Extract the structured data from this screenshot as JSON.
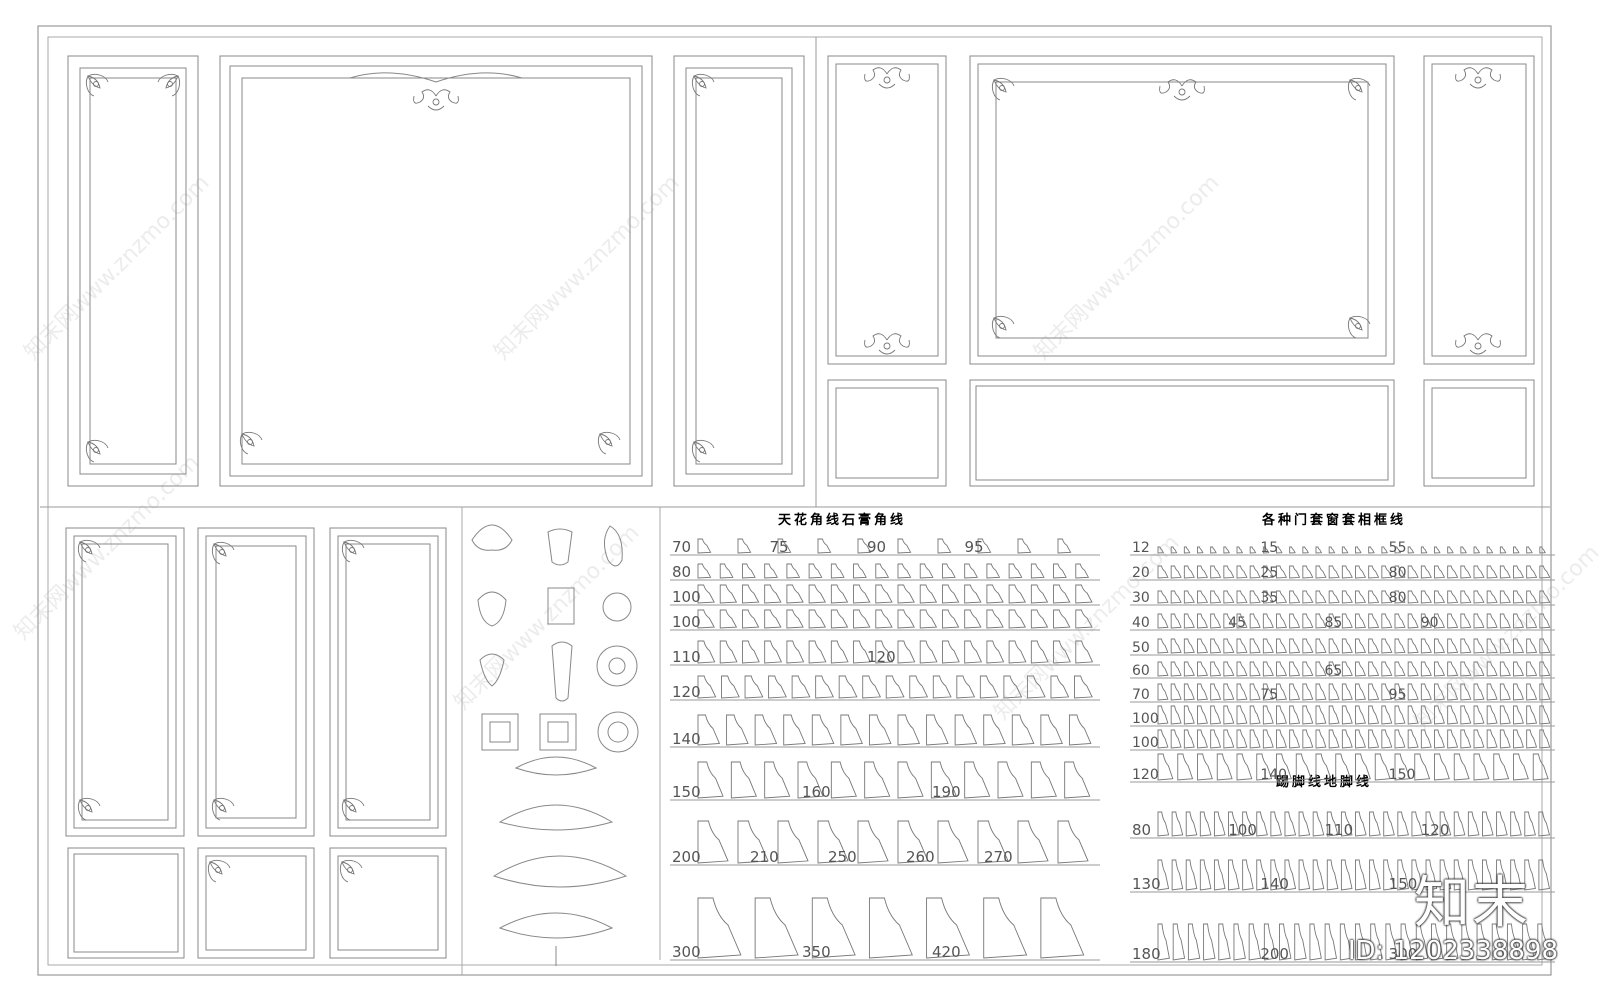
{
  "section_titles": {
    "ceiling_cornice": "天花角线石膏角线",
    "door_window_frame": "各种门套窗套相框线",
    "skirting": "踢脚线地脚线"
  },
  "watermark": {
    "text": "知末网www.znzmo.com"
  },
  "brand": {
    "logo_text": "知末",
    "id_text": "ID: 1202338898"
  },
  "ceiling_rows": [
    {
      "labels": [
        "70",
        "75",
        "90",
        "95"
      ]
    },
    {
      "labels": [
        "80"
      ]
    },
    {
      "labels": [
        "100"
      ]
    },
    {
      "labels": [
        "100"
      ]
    },
    {
      "labels": [
        "110",
        "120"
      ]
    },
    {
      "labels": [
        "120"
      ]
    },
    {
      "labels": [
        "140"
      ]
    },
    {
      "labels": [
        "150",
        "160",
        "190"
      ]
    },
    {
      "labels": [
        "200",
        "210",
        "250",
        "260",
        "270"
      ]
    },
    {
      "labels": [
        "300",
        "350",
        "420"
      ]
    }
  ],
  "frame_rows": [
    {
      "labels": [
        "12",
        "15",
        "55"
      ]
    },
    {
      "labels": [
        "20",
        "25",
        "80"
      ]
    },
    {
      "labels": [
        "30",
        "35",
        "80"
      ]
    },
    {
      "labels": [
        "40",
        "45",
        "85",
        "90"
      ]
    },
    {
      "labels": [
        "50"
      ]
    },
    {
      "labels": [
        "60",
        "65"
      ]
    },
    {
      "labels": [
        "70",
        "75",
        "95"
      ]
    },
    {
      "labels": [
        "100"
      ]
    },
    {
      "labels": [
        "100"
      ]
    },
    {
      "labels": [
        "120",
        "140",
        "150"
      ]
    }
  ],
  "skirting_rows": [
    {
      "labels": [
        "80",
        "100",
        "110",
        "120"
      ]
    },
    {
      "labels": [
        "130",
        "140",
        "150"
      ]
    },
    {
      "labels": [
        "180",
        "200",
        "300"
      ]
    }
  ]
}
